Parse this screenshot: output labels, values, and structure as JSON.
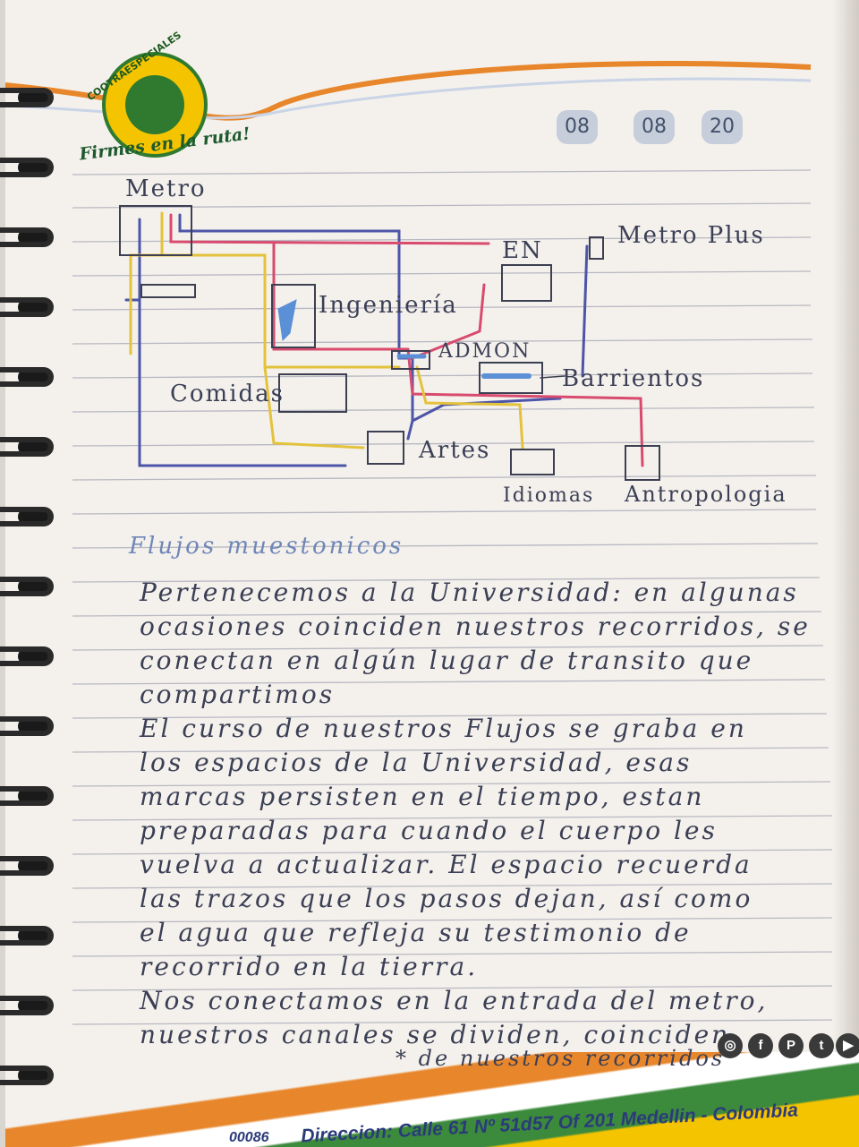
{
  "header": {
    "logo_text": "COOTRAESPECIALES",
    "slogan": "Firmes en la ruta!",
    "date_boxes": [
      "08",
      "08",
      "20"
    ]
  },
  "map": {
    "labels": {
      "metro": "Metro",
      "en": "EN",
      "metro_plus": "Metro Plus",
      "ingenieria": "Ingeniería",
      "admon": "ADMON",
      "barrientos": "Barrientos",
      "comidas": "Comidas",
      "artes": "Artes",
      "idiomas": "Idiomas",
      "antropologia": "Antropologia"
    },
    "colors": {
      "pink": "#d84a6e",
      "blue": "#4d55a8",
      "yellow": "#e3c23c",
      "box": "#3d3f52",
      "ink": "#3b3f55"
    }
  },
  "notes": {
    "title": "Flujos muestonicos",
    "lines": [
      "Pertenecemos a la Universidad: en algunas",
      "ocasiones coinciden nuestros recorridos, se",
      "conectan en algún lugar de transito que",
      "compartimos",
      "El curso de nuestros Flujos se graba en",
      "los espacios de la Universidad, esas",
      "marcas persisten en el tiempo, estan",
      "preparadas para cuando el cuerpo les",
      "vuelva a actualizar. El espacio recuerda",
      "las trazos que los pasos dejan, así como",
      "el agua que refleja su testimonio de",
      "recorrido en la tierra.",
      "Nos conectamos en la entrada del metro,",
      "nuestros canales se dividen, coinciden"
    ],
    "footnote": "* de nuestros recorridos"
  },
  "footer": {
    "address": "Direccion: Calle 61 Nº 51d57 Of 201 Medellin - Colombia",
    "left_fragment": "00086",
    "social_icons": [
      "instagram-icon",
      "facebook-icon",
      "pinterest-icon",
      "twitter-icon",
      "youtube-icon"
    ]
  }
}
